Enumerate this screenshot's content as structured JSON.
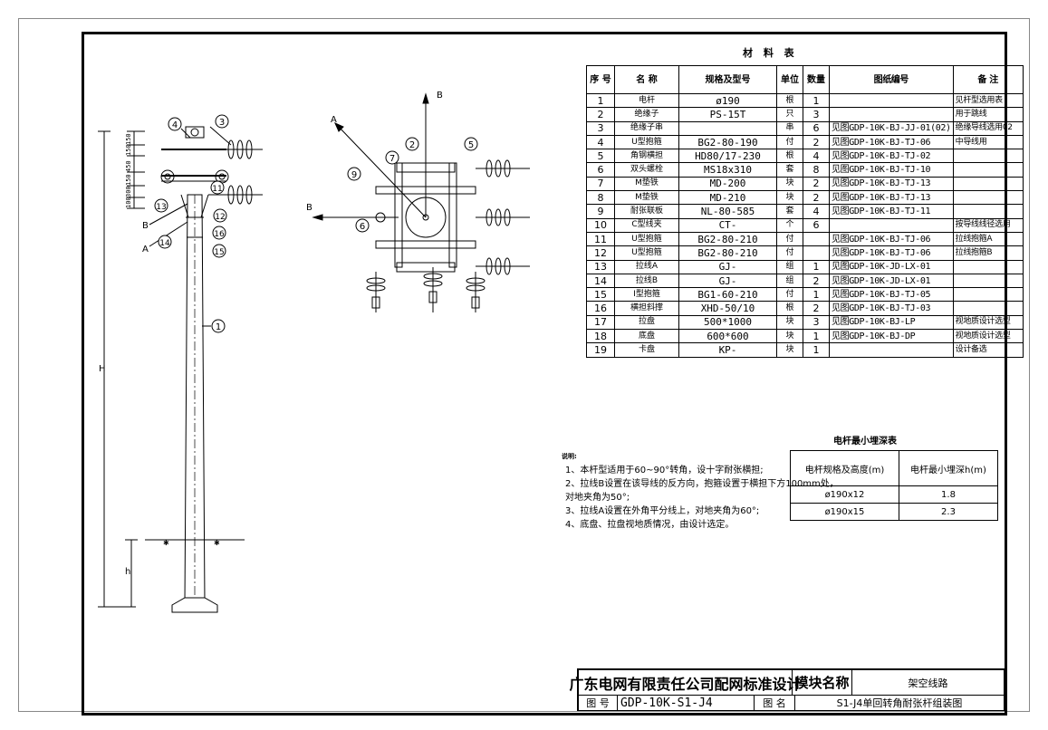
{
  "materials": {
    "title": "材 料 表",
    "headers": [
      "序 号",
      "名 称",
      "规格及型号",
      "单位",
      "数量",
      "图纸编号",
      "备 注"
    ],
    "rows": [
      {
        "no": "1",
        "name": "电杆",
        "spec": "ø190",
        "unit": "根",
        "qty": "1",
        "dwg": "",
        "note": "见杆型选用表"
      },
      {
        "no": "2",
        "name": "绝缘子",
        "spec": "PS-15T",
        "unit": "只",
        "qty": "3",
        "dwg": "",
        "note": "用于跳线"
      },
      {
        "no": "3",
        "name": "绝缘子串",
        "spec": "",
        "unit": "串",
        "qty": "6",
        "dwg": "见图GDP-10K-BJ-JJ-01(02)",
        "note": "绝缘导线选用02"
      },
      {
        "no": "4",
        "name": "U型抱箍",
        "spec": "BG2-80-190",
        "unit": "付",
        "qty": "2",
        "dwg": "见图GDP-10K-BJ-TJ-06",
        "note": "中导线用"
      },
      {
        "no": "5",
        "name": "角钢横担",
        "spec": "HD80/17-230",
        "unit": "根",
        "qty": "4",
        "dwg": "见图GDP-10K-BJ-TJ-02",
        "note": ""
      },
      {
        "no": "6",
        "name": "双头螺栓",
        "spec": "MS18x310",
        "unit": "套",
        "qty": "8",
        "dwg": "见图GDP-10K-BJ-TJ-10",
        "note": ""
      },
      {
        "no": "7",
        "name": "M垫铁",
        "spec": "MD-200",
        "unit": "块",
        "qty": "2",
        "dwg": "见图GDP-10K-BJ-TJ-13",
        "note": ""
      },
      {
        "no": "8",
        "name": "M垫铁",
        "spec": "MD-210",
        "unit": "块",
        "qty": "2",
        "dwg": "见图GDP-10K-BJ-TJ-13",
        "note": ""
      },
      {
        "no": "9",
        "name": "耐张联板",
        "spec": "NL-80-585",
        "unit": "套",
        "qty": "4",
        "dwg": "见图GDP-10K-BJ-TJ-11",
        "note": ""
      },
      {
        "no": "10",
        "name": "C型线夹",
        "spec": "CT-",
        "unit": "个",
        "qty": "6",
        "dwg": "",
        "note": "按导线线径选用"
      },
      {
        "no": "11",
        "name": "U型抱箍",
        "spec": "BG2-80-210",
        "unit": "付",
        "qty": "",
        "dwg": "见图GDP-10K-BJ-TJ-06",
        "note": "拉线抱箍A"
      },
      {
        "no": "12",
        "name": "U型抱箍",
        "spec": "BG2-80-210",
        "unit": "付",
        "qty": "",
        "dwg": "见图GDP-10K-BJ-TJ-06",
        "note": "拉线抱箍B"
      },
      {
        "no": "13",
        "name": "拉线A",
        "spec": "GJ-",
        "unit": "组",
        "qty": "1",
        "dwg": "见图GDP-10K-JD-LX-01",
        "note": ""
      },
      {
        "no": "14",
        "name": "拉线B",
        "spec": "GJ-",
        "unit": "组",
        "qty": "2",
        "dwg": "见图GDP-10K-JD-LX-01",
        "note": ""
      },
      {
        "no": "15",
        "name": "I型抱箍",
        "spec": "BG1-60-210",
        "unit": "付",
        "qty": "1",
        "dwg": "见图GDP-10K-BJ-TJ-05",
        "note": ""
      },
      {
        "no": "16",
        "name": "横担斜撑",
        "spec": "XHD-50/10",
        "unit": "根",
        "qty": "2",
        "dwg": "见图GDP-10K-BJ-TJ-03",
        "note": ""
      },
      {
        "no": "17",
        "name": "拉盘",
        "spec": "500*1000",
        "unit": "块",
        "qty": "3",
        "dwg": "见图GDP-10K-BJ-LP",
        "note": "视地质设计选型"
      },
      {
        "no": "18",
        "name": "底盘",
        "spec": "600*600",
        "unit": "块",
        "qty": "1",
        "dwg": "见图GDP-10K-BJ-DP",
        "note": "视地质设计选型"
      },
      {
        "no": "19",
        "name": "卡盘",
        "spec": "KP-",
        "unit": "块",
        "qty": "1",
        "dwg": "",
        "note": "设计备选"
      }
    ]
  },
  "notes": {
    "heading": "说明:",
    "items": [
      "1、本杆型适用于60~90°转角，设十字耐张横担;",
      "2、拉线B设置在该导线的反方向，抱箍设置于横担下方100mm处，",
      "对地夹角为50°;",
      "3、拉线A设置在外角平分线上，对地夹角为60°;",
      "4、底盘、拉盘视地质情况，由设计选定。"
    ]
  },
  "burial": {
    "title": "电杆最小埋深表",
    "headers": [
      "电杆规格及高度(m)",
      "电杆最小埋深h(m)"
    ],
    "rows": [
      [
        "ø190x12",
        "1.8"
      ],
      [
        "ø190x15",
        "2.3"
      ]
    ]
  },
  "title_block": {
    "company": "广东电网有限责任公司配网标准设计",
    "module_label": "模块名称",
    "module_value": "架空线路",
    "drawing_no_label": "图 号",
    "drawing_no": "GDP-10K-S1-J4",
    "drawing_name_label": "图 名",
    "drawing_name": "S1-J4单回转角耐张杆组装图"
  },
  "drawing": {
    "dim_H": "H",
    "dim_h": "h",
    "dims_top": [
      "150",
      "150",
      "450",
      "150",
      "300",
      "100"
    ],
    "arrow_A": "A",
    "arrow_B": "B",
    "callouts_elevation": [
      "1",
      "3",
      "4",
      "11",
      "12",
      "13",
      "14",
      "15",
      "16"
    ],
    "callouts_plan": [
      "2",
      "5",
      "6",
      "7",
      "9"
    ]
  }
}
